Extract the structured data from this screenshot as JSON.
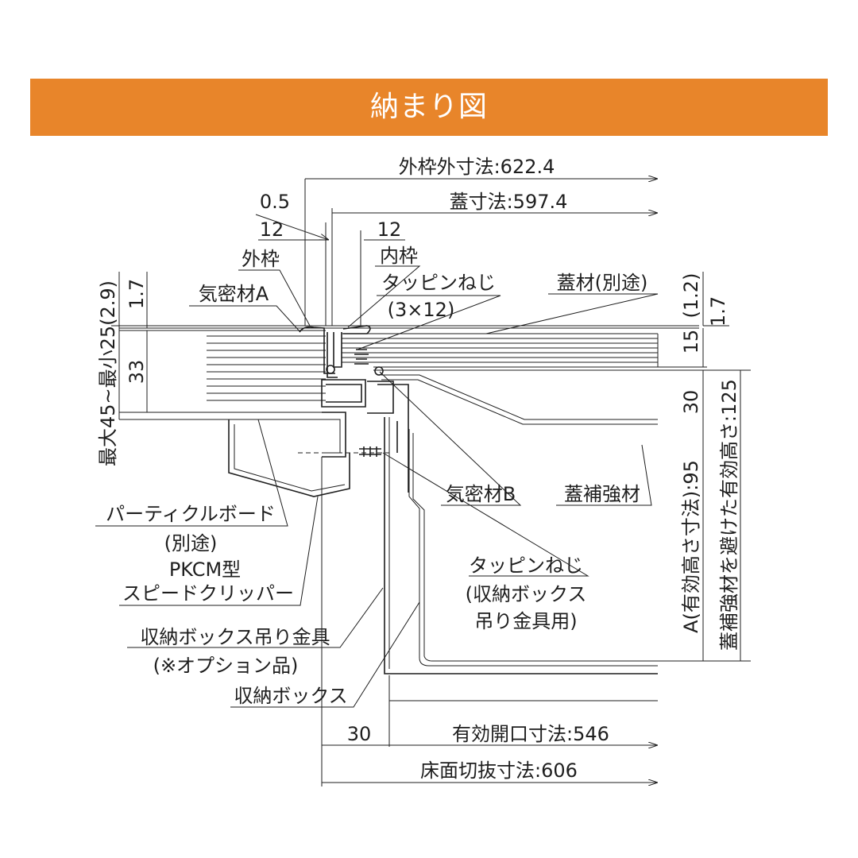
{
  "banner": {
    "title": "納まり図"
  },
  "dimensions": {
    "outer_frame": "外枠外寸法:622.4",
    "lid": "蓋寸法:597.4",
    "gap": "0.5",
    "left_12": "12",
    "right_12": "12",
    "left_vertical": "最大45~最小25(2.9)",
    "left_1_7": "1.7",
    "left_33": "33",
    "right_1_2": "(1.2)",
    "right_1_7": "1.7",
    "right_15": "15",
    "right_30": "30",
    "effective_height": "A(有効高さ寸法):95",
    "effective_height_avoid": "蓋補強材を避けた有効高さ:125",
    "bottom_30": "30",
    "opening": "有効開口寸法:546",
    "floor_cut": "床面切抜寸法:606"
  },
  "labels": {
    "outer_frame": "外枠",
    "airtight_a": "気密材A",
    "inner_frame": "内枠",
    "tapping_screw": "タッピンねじ",
    "tapping_screw_size": "(3×12)",
    "lid_material": "蓋材(別途)",
    "airtight_b": "気密材B",
    "lid_reinforcement": "蓋補強材",
    "particle_board_1": "パーティクルボード",
    "particle_board_2": "(別途)",
    "clipper_1": "PKCM型",
    "clipper_2": "スピードクリッパー",
    "box_screw_1": "タッピンねじ",
    "box_screw_2": "(収納ボックス",
    "box_screw_3": "吊り金具用)",
    "hanger_1": "収納ボックス吊り金具",
    "hanger_2": "(※オプション品)",
    "storage_box": "収納ボックス"
  }
}
